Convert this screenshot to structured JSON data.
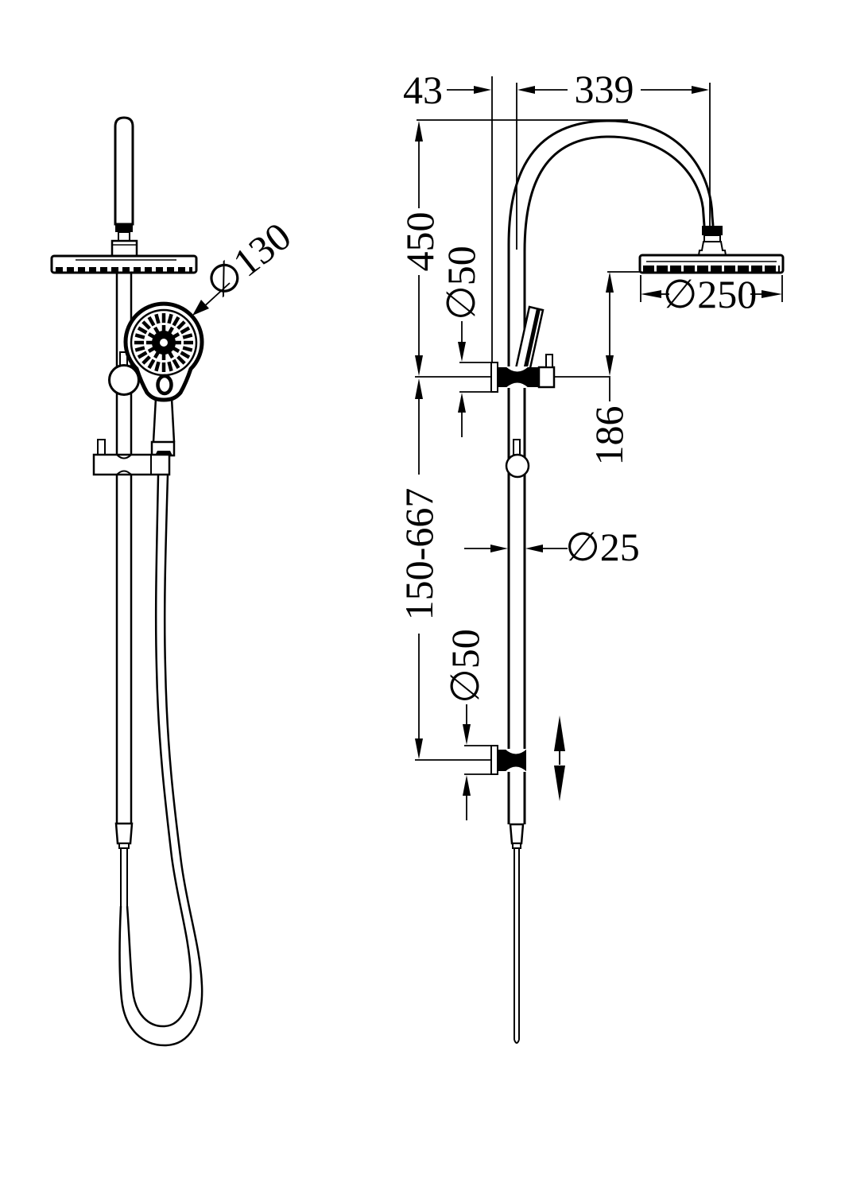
{
  "drawing": {
    "type": "technical-dimension-drawing",
    "subject": "twin shower rail set - front and side orthographic views",
    "background_color": "#ffffff",
    "line_color": "#000000",
    "views": {
      "front_view_position": "left",
      "side_view_position": "right"
    },
    "dimensions": {
      "offset_top": "43",
      "arm_reach": "339",
      "drop_height": "450",
      "upper_bracket_dia": "∅50",
      "head_dia": "∅250",
      "head_to_bracket": "186",
      "rail_adjust_range": "150-667",
      "rail_dia": "∅25",
      "lower_bracket_dia": "∅50",
      "handshower_dia": "∅130"
    }
  }
}
